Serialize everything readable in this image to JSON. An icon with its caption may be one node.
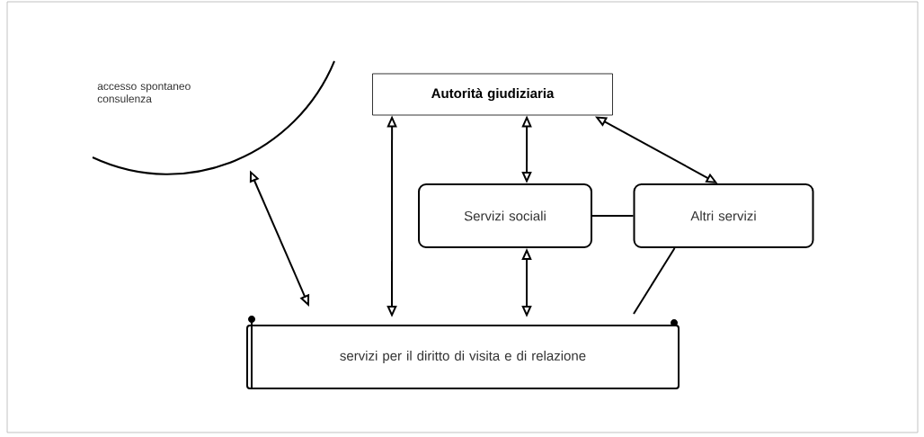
{
  "diagram": {
    "nodes": [
      {
        "text": [
          "accesso spontaneo consulenza"
        ]
      },
      {
        "text": [
          "Autorità giudiziaria"
        ]
      },
      {
        "text": [
          "Servizi sociali"
        ]
      },
      {
        "text": [
          "Altri servizi"
        ]
      },
      {
        "text": [
          "servizi per il diritto di visita e di relazione"
        ]
      }
    ],
    "edges": [
      {
        "from": 1,
        "to": 4,
        "arrow": "both"
      },
      {
        "from": 1,
        "to": 2,
        "arrow": "both"
      },
      {
        "from": 1,
        "to": 3,
        "arrow": "both"
      },
      {
        "from": 2,
        "to": 3,
        "arrow": "none"
      },
      {
        "from": 2,
        "to": 4,
        "arrow": "both"
      },
      {
        "from": 3,
        "to": 4,
        "arrow": "none"
      },
      {
        "from": 0,
        "to": 4,
        "arrow": "both"
      }
    ]
  }
}
